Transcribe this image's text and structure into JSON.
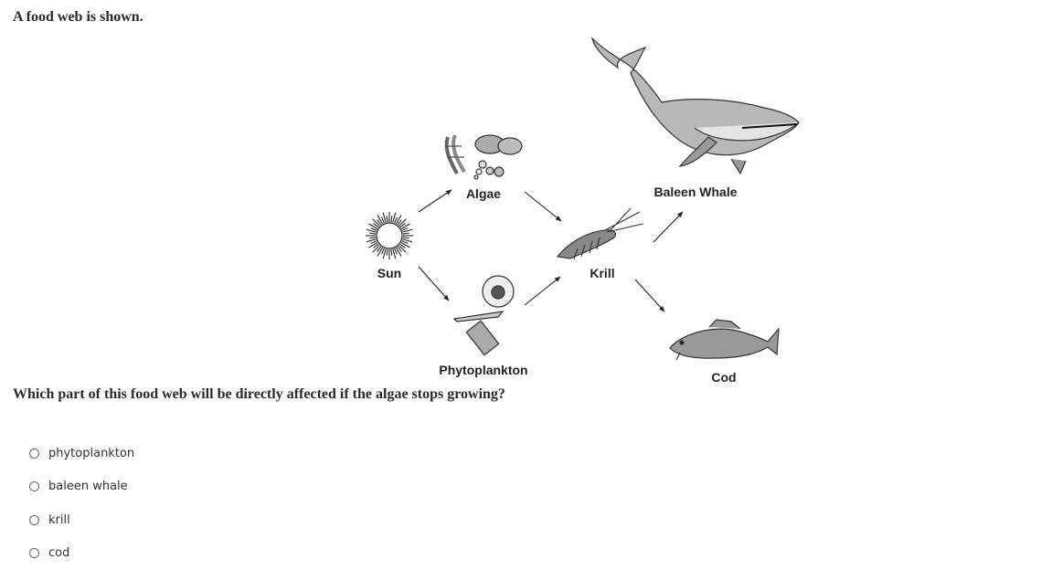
{
  "intro": "A food web is shown.",
  "question": "Which part of this food web will be directly affected if the algae stops growing?",
  "diagram": {
    "nodes": {
      "sun": "Sun",
      "algae": "Algae",
      "phytoplankton": "Phytoplankton",
      "krill": "Krill",
      "baleen_whale": "Baleen Whale",
      "cod": "Cod"
    },
    "arrows": [
      {
        "from": "Sun",
        "to": "Algae"
      },
      {
        "from": "Sun",
        "to": "Phytoplankton"
      },
      {
        "from": "Algae",
        "to": "Krill"
      },
      {
        "from": "Phytoplankton",
        "to": "Krill"
      },
      {
        "from": "Krill",
        "to": "Baleen Whale"
      },
      {
        "from": "Krill",
        "to": "Cod"
      }
    ]
  },
  "options": [
    {
      "label": "phytoplankton"
    },
    {
      "label": "baleen whale"
    },
    {
      "label": "krill"
    },
    {
      "label": "cod"
    }
  ]
}
